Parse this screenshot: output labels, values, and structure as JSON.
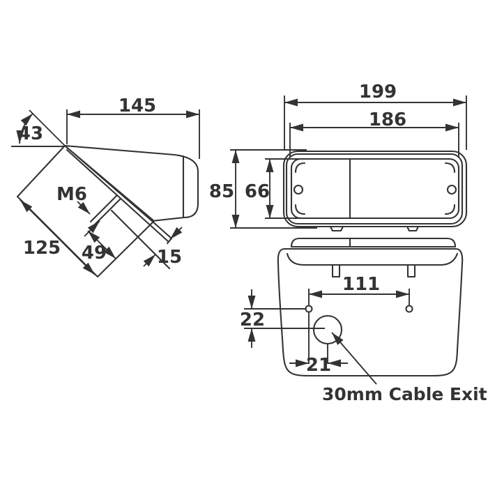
{
  "drawing": {
    "type": "technical-dimension-drawing",
    "subject": "lamp with 45-degree mounting bracket, three orthographic views",
    "colors": {
      "line": "#333333",
      "background": "#ffffff"
    },
    "views": {
      "side": {
        "dims": {
          "overall_width": "145",
          "bracket_angle": "43",
          "stud_thread": "M6",
          "bracket_length": "125",
          "stud_position": "49",
          "bracket_end_offset": "15"
        }
      },
      "front": {
        "dims": {
          "overall_width": "199",
          "lens_width": "186",
          "overall_height": "85",
          "lens_height": "66"
        }
      },
      "rear": {
        "dims": {
          "hole_spacing": "111",
          "cable_vertical_offset": "22",
          "cable_horizontal_offset": "21"
        },
        "cable_label": "30mm Cable Exit"
      }
    }
  }
}
